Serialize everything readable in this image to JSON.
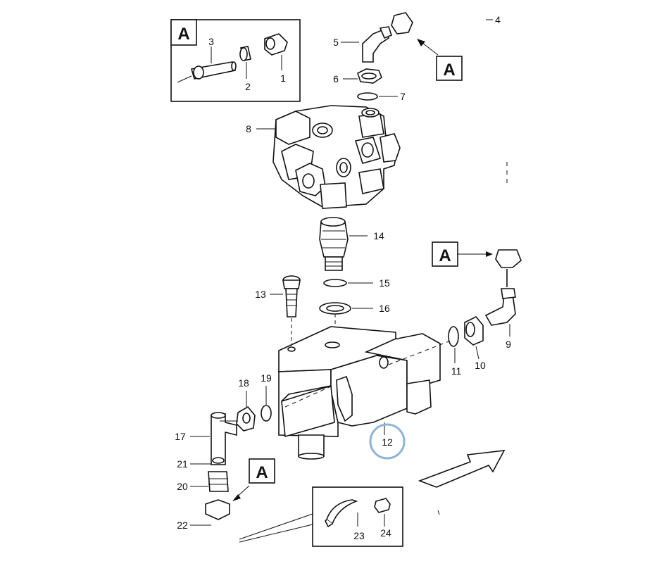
{
  "callouts": {
    "c1": "1",
    "c2": "2",
    "c3": "3",
    "c4": "4",
    "c5": "5",
    "c6": "6",
    "c7": "7",
    "c8": "8",
    "c9": "9",
    "c10": "10",
    "c11": "11",
    "c12": "12",
    "c13": "13",
    "c14": "14",
    "c15": "15",
    "c16": "16",
    "c17": "17",
    "c18": "18",
    "c19": "19",
    "c20": "20",
    "c21": "21",
    "c22": "22",
    "c23": "23",
    "c24": "24"
  },
  "detail_marker": "A",
  "highlight_color": "#8fb3d6",
  "icons": [
    "direction-arrow-icon"
  ]
}
